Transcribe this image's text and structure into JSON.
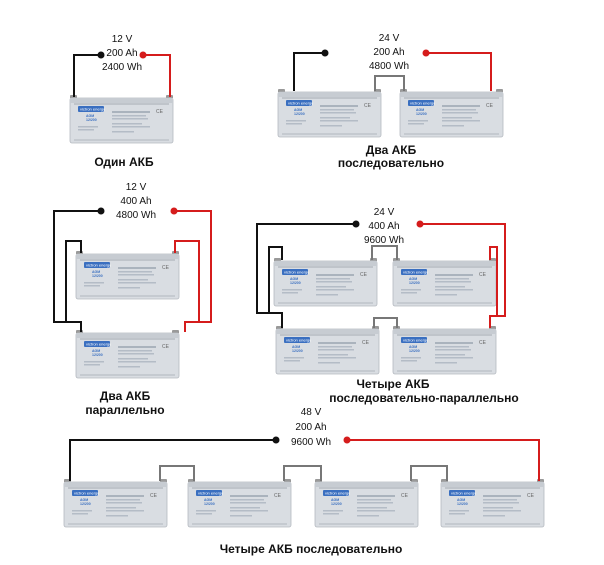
{
  "colors": {
    "positive_wire": "#d51c1c",
    "negative_wire": "#111111",
    "link_wire": "#777777",
    "battery_body": "#d9dde2",
    "battery_brand": "#3a6fc0"
  },
  "battery": {
    "brand": "victron energy",
    "type": "AGM",
    "model": "12/200"
  },
  "configs": [
    {
      "caption": [
        "Один АКБ"
      ],
      "voltage": "12 V",
      "capacity": "200 Ah",
      "energy": "2400 Wh"
    },
    {
      "caption": [
        "Два АКБ",
        "последовательно"
      ],
      "voltage": "24 V",
      "capacity": "200 Ah",
      "energy": "4800 Wh"
    },
    {
      "caption": [
        "Два АКБ",
        "параллельно"
      ],
      "voltage": "12 V",
      "capacity": "400 Ah",
      "energy": "4800 Wh"
    },
    {
      "caption": [
        "Четыре АКБ",
        "последовательно-параллельно"
      ],
      "voltage": "24 V",
      "capacity": "400 Ah",
      "energy": "9600 Wh"
    },
    {
      "caption": [
        "Четыре АКБ последовательно"
      ],
      "voltage": "48 V",
      "capacity": "200 Ah",
      "energy": "9600 Wh"
    }
  ]
}
